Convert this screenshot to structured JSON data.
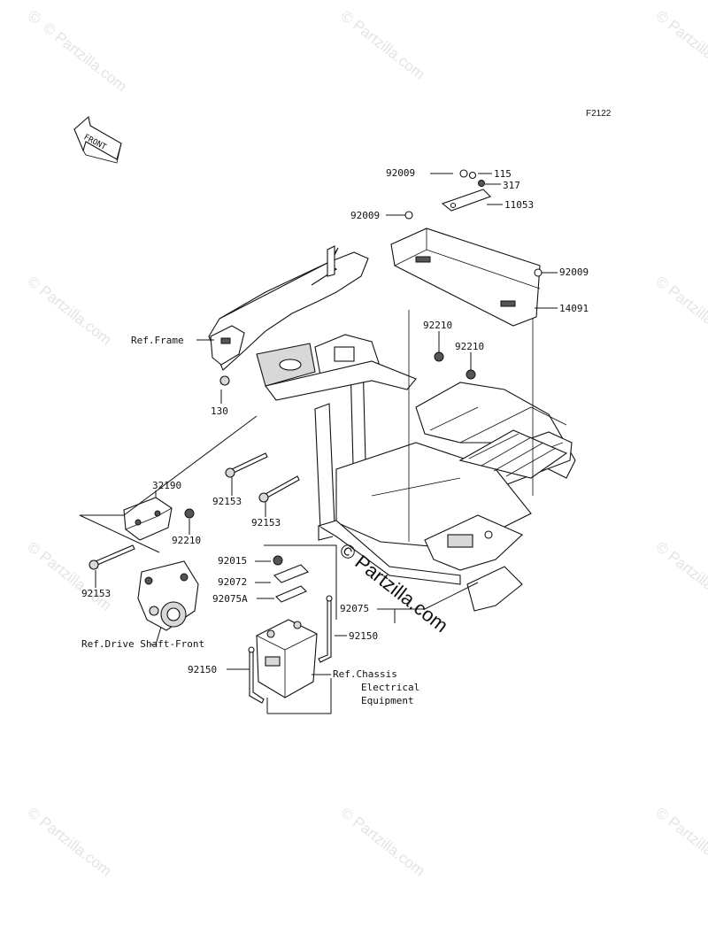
{
  "figure_code": "F2122",
  "front_marker": "FRONT",
  "watermark": "© Partzilla.com",
  "callouts": {
    "c92009a": "92009",
    "c115": "115",
    "c317": "317",
    "c92009b": "92009",
    "c11053": "11053",
    "c92009c": "92009",
    "c14091": "14091",
    "c92210a": "92210",
    "c92210b": "92210",
    "c130": "130",
    "c32190": "32190",
    "c92210c": "92210",
    "c92153a": "92153",
    "c92153b": "92153",
    "c92153c": "92153",
    "c92015": "92015",
    "c92072": "92072",
    "c92075a": "92075A",
    "c92075": "92075",
    "c92150a": "92150",
    "c92150b": "92150"
  },
  "refs": {
    "frame": "Ref.Frame",
    "drive_shaft": "Ref.Drive Shaft-Front",
    "chassis_1": "Ref.Chassis",
    "chassis_2": "Electrical",
    "chassis_3": "Equipment"
  }
}
